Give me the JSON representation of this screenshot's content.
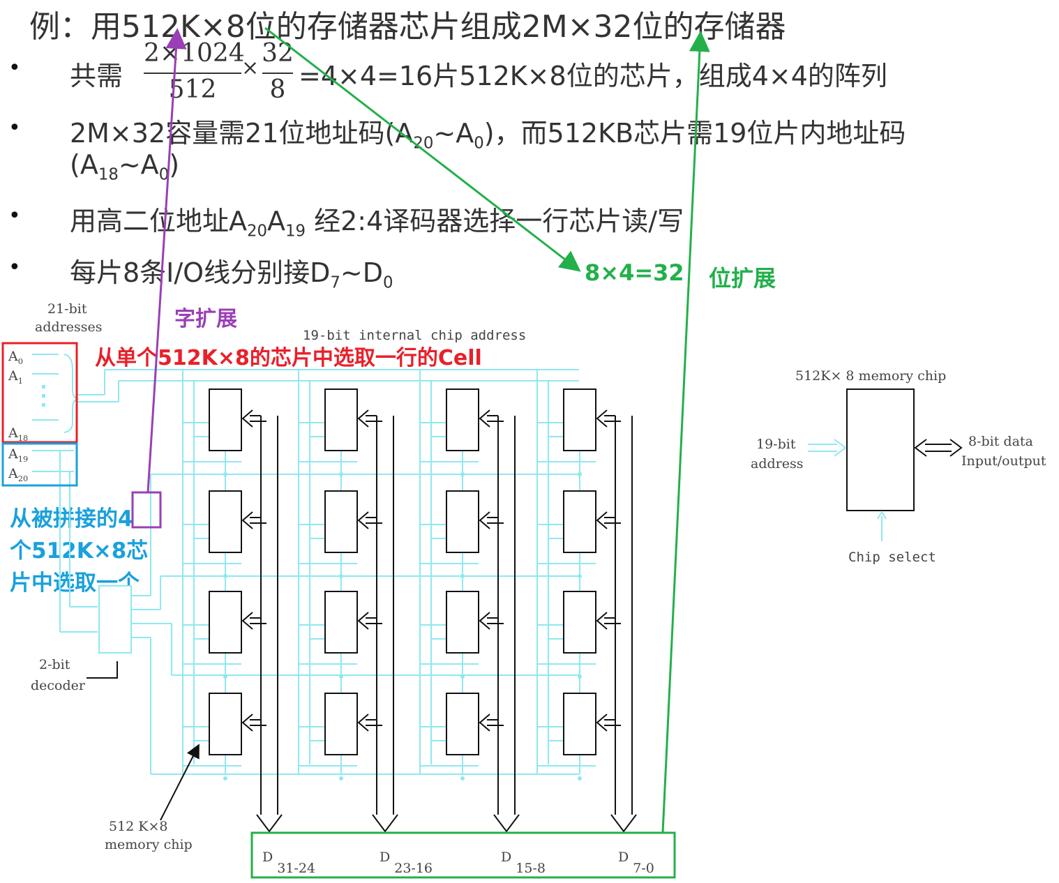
{
  "title": "例：用512K×8位的存储器芯片组成2M×32位的存储器",
  "bullets": {
    "b1_pre": "共需",
    "b1_frac1_num": "2×1024",
    "b1_frac1_den": "512",
    "b1_times": "×",
    "b1_frac2_num": "32",
    "b1_frac2_den": "8",
    "b1_post": "=4×4=16片512K×8位的芯片，组成4×4的阵列",
    "b2_line1": "2M×32容量需21位地址码(A",
    "b2_sub1": "20",
    "b2_mid": "~A",
    "b2_sub2": "0",
    "b2_rest": ")，而512KB芯片需19位片内地址码",
    "b2_line2_pre": "(A",
    "b2_line2_sub1": "18",
    "b2_line2_mid": "~A",
    "b2_line2_sub2": "0",
    "b2_line2_post": ")",
    "b3_pre": "用高二位地址A",
    "b3_sub1": "20",
    "b3_mid": "A",
    "b3_sub2": "19",
    "b3_post": " 经2:4译码器选择一行芯片读/写",
    "b4_pre": "每片8条I/O线分别接D",
    "b4_sub1": "7",
    "b4_mid": "~D",
    "b4_sub2": "0"
  },
  "annotations": {
    "bit_ext_calc": "8×4=32",
    "bit_ext_label": "位扩展",
    "word_ext_label": "字扩展",
    "red_note": "从单个512K×8的芯片中选取一行的Cell",
    "blue_note_1": "从被拼接的4",
    "blue_note_2": "个512K×8芯",
    "blue_note_3": "片中选取一个"
  },
  "diagram": {
    "addr_label_1": "21-bit",
    "addr_label_2": "addresses",
    "a0": "A",
    "a0_sub": "0",
    "a1": "A",
    "a1_sub": "1",
    "a18": "A",
    "a18_sub": "18",
    "a19": "A",
    "a19_sub": "19",
    "a20": "A",
    "a20_sub": "20",
    "internal_addr": "19-bit internal chip address",
    "decoder_1": "2-bit",
    "decoder_2": "decoder",
    "chip_label_1": "512 K×8",
    "chip_label_2": "memory chip",
    "data_outputs": [
      {
        "d": "D",
        "range": "31-24"
      },
      {
        "d": "D",
        "range": "23-16"
      },
      {
        "d": "D",
        "range": "15-8"
      },
      {
        "d": "D",
        "range": "7-0"
      }
    ]
  },
  "legend_chip": {
    "title": "512K× 8  memory chip",
    "addr_1": "19-bit",
    "addr_2": "address",
    "data_1": "8-bit data",
    "data_2": "Input/output",
    "cs": "Chip select"
  },
  "colors": {
    "wire": "#8fe8f0",
    "green": "#22b04a",
    "purple": "#9a3fb5",
    "red": "#e8202a",
    "blue": "#1aa0dc"
  }
}
